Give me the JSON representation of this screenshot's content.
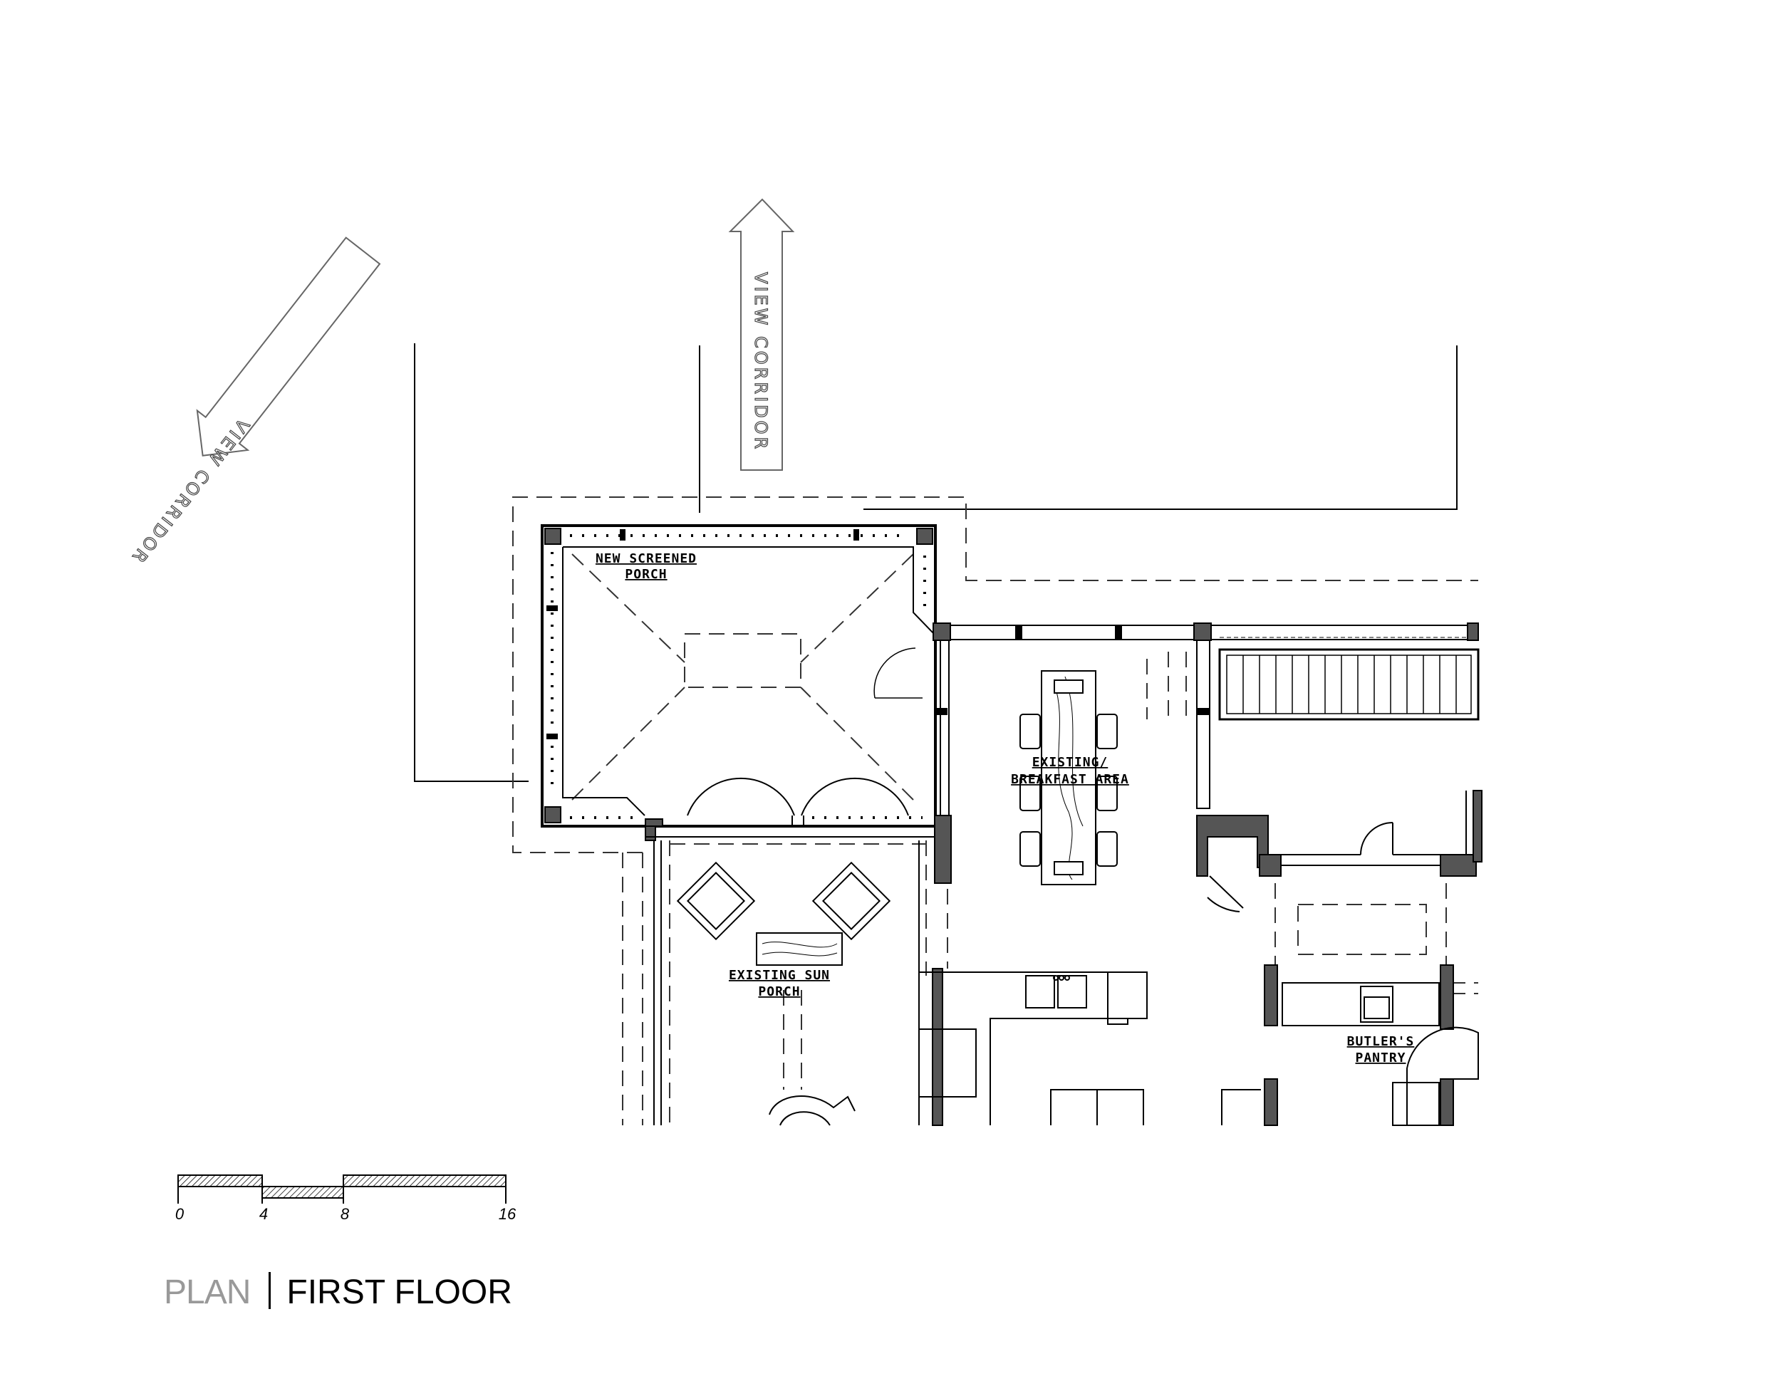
{
  "labels": {
    "new_porch_1": "NEW SCREENED",
    "new_porch_2": "PORCH",
    "breakfast_1": "EXISTING/",
    "breakfast_2": "BREAKFAST AREA",
    "sun_porch_1": "EXISTING SUN",
    "sun_porch_2": "PORCH",
    "pantry_1": "BUTLER'S",
    "pantry_2": "PANTRY"
  },
  "view_corridor": "VIEW CORRIDOR",
  "scale_bar": {
    "ticks": [
      "0",
      "4",
      "8",
      "16"
    ]
  },
  "title": {
    "light": "PLAN",
    "bold": "FIRST FLOOR"
  }
}
